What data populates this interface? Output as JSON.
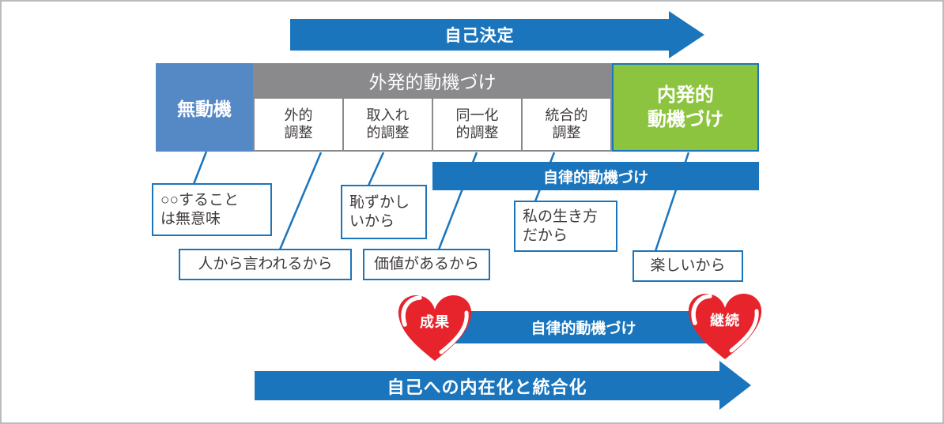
{
  "colors": {
    "primary_blue": "#1b75bc",
    "light_blue": "#5589c6",
    "gray": "#8a8a8d",
    "green": "#8cc440",
    "heart_red": "#e7242c",
    "text_dark": "#3e3a39"
  },
  "top_arrow": {
    "label": "自己決定"
  },
  "table": {
    "amotivation": "無動機",
    "extrinsic_header": "外発的動機づけ",
    "stages": [
      {
        "label": "外的\n調整"
      },
      {
        "label": "取入れ\n的調整"
      },
      {
        "label": "同一化\n的調整"
      },
      {
        "label": "統合的\n調整"
      }
    ],
    "intrinsic": "内発的\n動機づけ"
  },
  "autonomous_bar": {
    "label": "自律的動機づけ"
  },
  "callouts": {
    "amotivation": "○○すること\nは無意味",
    "external": "人から言われるから",
    "introjected": "恥ずかし\nいから",
    "identified": "価値があるから",
    "integrated": "私の生き方\nだから",
    "intrinsic": "楽しいから"
  },
  "outcome_section": {
    "left_heart": "成果",
    "bar_label": "自律的動機づけ",
    "right_heart": "継続"
  },
  "bottom_arrow": {
    "label": "自己への内在化と統合化"
  }
}
